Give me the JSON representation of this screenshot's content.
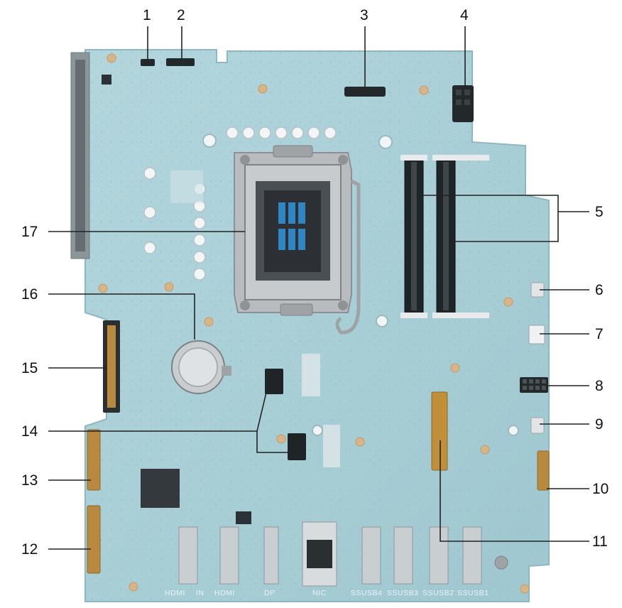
{
  "callouts": [
    "1",
    "2",
    "3",
    "4",
    "5",
    "6",
    "7",
    "8",
    "9",
    "10",
    "11",
    "12",
    "13",
    "14",
    "15",
    "16",
    "17"
  ],
  "rear_io_labels": [
    "HDMI",
    "IN",
    "HDMI",
    "DP",
    "NIC",
    "SSUSB4",
    "SSUSB3",
    "SSUSB2",
    "SSUSB1"
  ],
  "colors": {
    "board": "#a9cfd7",
    "board_edge": "#8fbac4",
    "connector_black": "#23282b",
    "connector_gold": "#b8893e",
    "cpu_socket": "#b9bcbf",
    "leader_line": "#222222"
  }
}
